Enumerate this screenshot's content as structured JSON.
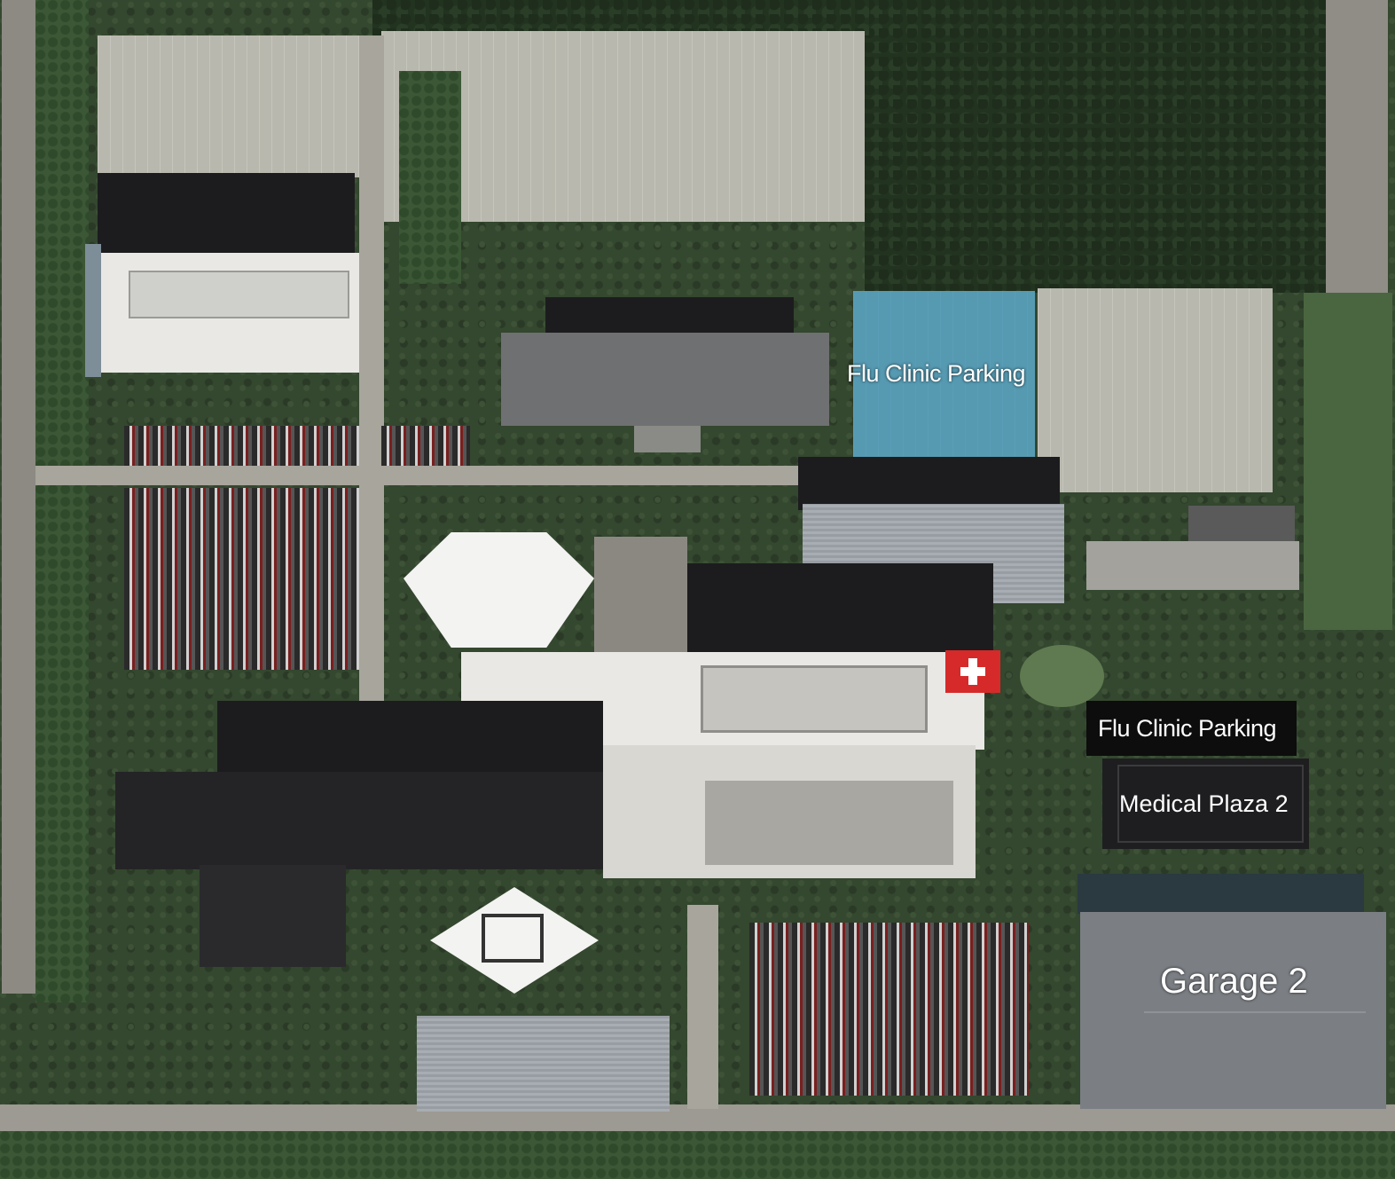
{
  "labels": {
    "flu_parking_north": "Flu Clinic Parking",
    "flu_parking_east": "Flu Clinic Parking",
    "medical_plaza": "Medical Plaza 2",
    "garage": "Garage 2"
  },
  "colors": {
    "flu_parking_highlight": "#2f8fb4",
    "flu_parking_east_badge": "#0d0d0d",
    "garage_roof": "#7b7f84",
    "helipad": "#d62a2a",
    "label_text": "#ffffff"
  },
  "icons": {
    "helipad": "helipad-cross-icon"
  }
}
